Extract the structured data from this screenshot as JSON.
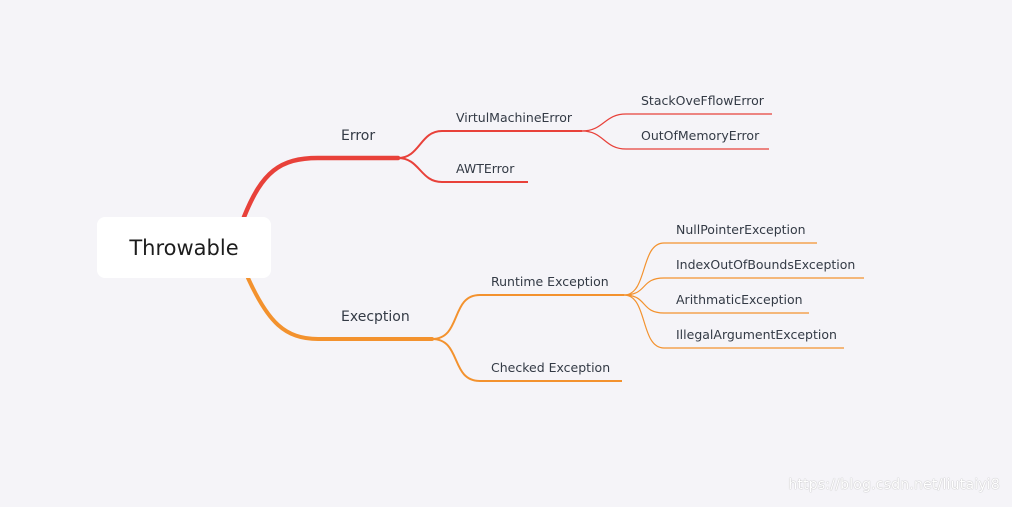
{
  "diagram": {
    "root": {
      "label": "Throwable"
    },
    "branches": [
      {
        "label": "Error",
        "color": "#e8413a",
        "children": [
          {
            "label": "VirtulMachineError",
            "children": [
              {
                "label": "StackOveFflowError"
              },
              {
                "label": "OutOfMemoryError"
              }
            ]
          },
          {
            "label": "AWTError",
            "children": []
          }
        ]
      },
      {
        "label": "Execption",
        "color": "#f3922e",
        "children": [
          {
            "label": "Runtime Exception",
            "children": [
              {
                "label": "NullPointerException"
              },
              {
                "label": "IndexOutOfBoundsException"
              },
              {
                "label": "ArithmaticException"
              },
              {
                "label": "IllegalArgumentException"
              }
            ]
          },
          {
            "label": "Checked Exception",
            "children": []
          }
        ]
      }
    ]
  },
  "watermark": "https://blog.csdn.net/liutaiyi8"
}
